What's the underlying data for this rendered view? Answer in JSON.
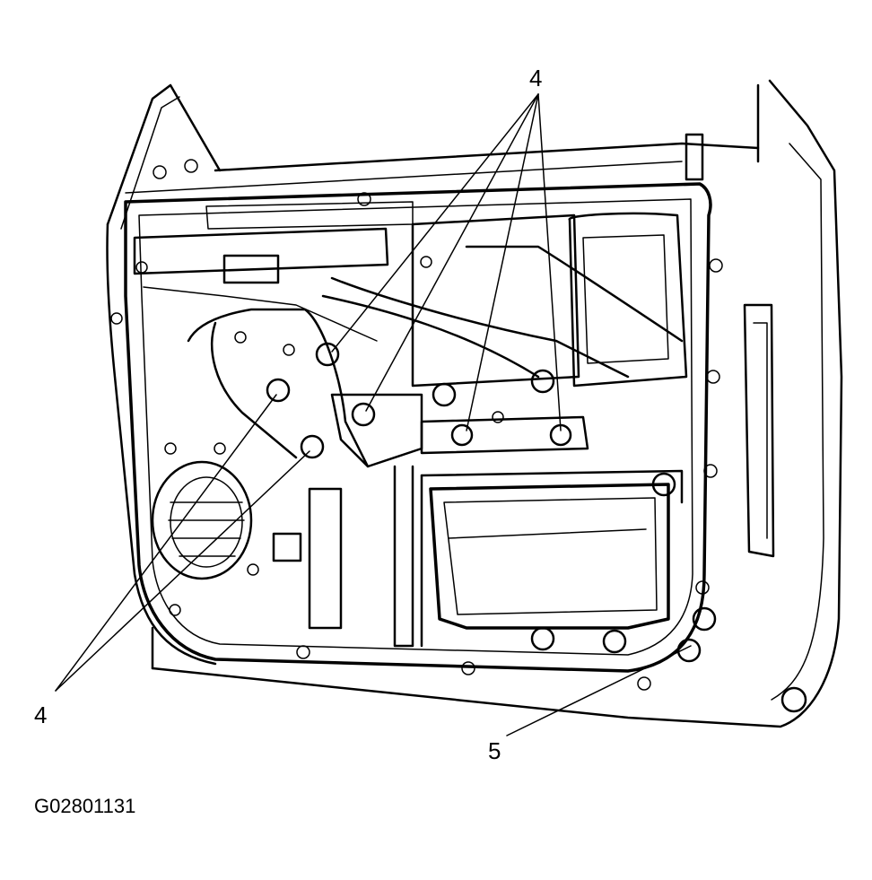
{
  "callouts": {
    "fastener_label_top": "4",
    "fastener_label_left": "4",
    "fastener_label_lower": "5"
  },
  "figure_id": "G02801131"
}
